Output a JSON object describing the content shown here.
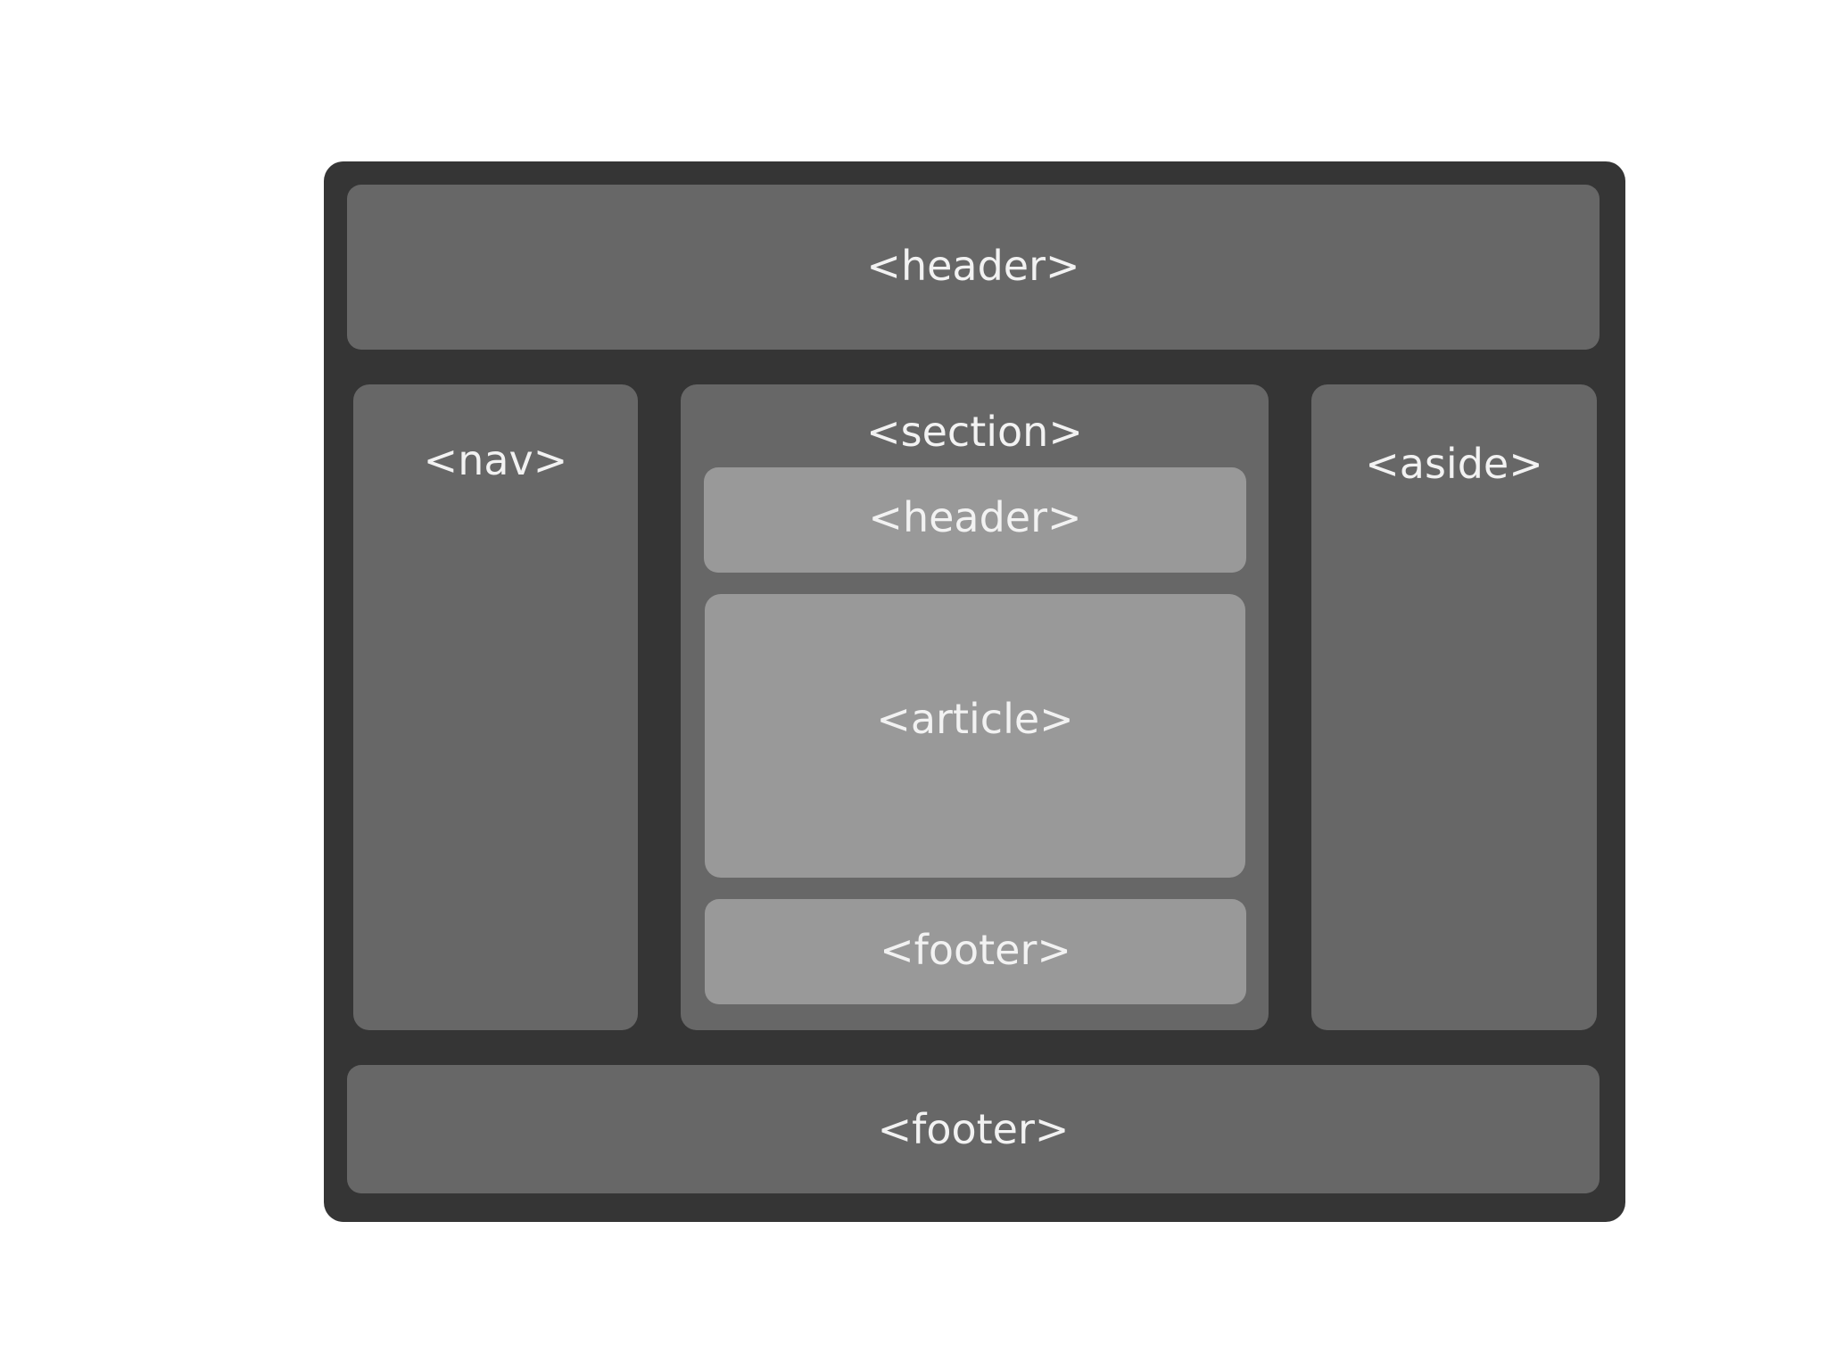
{
  "diagram": {
    "colors": {
      "background": "#ffffff",
      "outer": "#353535",
      "level1": "#676767",
      "level2": "#999999",
      "text": "#f2f2f2"
    },
    "page_header_label": "<header>",
    "nav_label": "<nav>",
    "section": {
      "label": "<section>",
      "header_label": "<header>",
      "article_label": "<article>",
      "footer_label": "<footer>"
    },
    "aside_label": "<aside>",
    "page_footer_label": "<footer>"
  }
}
